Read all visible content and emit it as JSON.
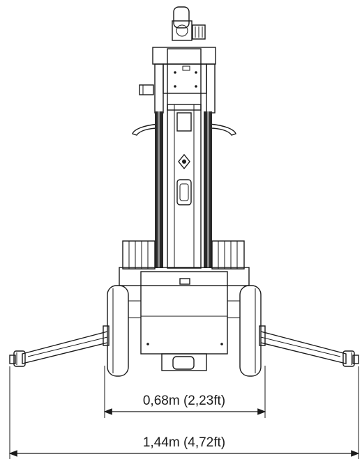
{
  "dimensions": {
    "inner_width_label": "0,68m (2,23ft)",
    "outer_width_label": "1,44m (4,72ft)"
  },
  "icons": {
    "drawing": "machine-front-view-drawing",
    "arrow": "dimension-arrow-icon"
  },
  "colors": {
    "line": "#1a1a1a",
    "mast_dark": "#2a2a2a",
    "fill_light": "#f2f2f2",
    "background": "#ffffff"
  }
}
